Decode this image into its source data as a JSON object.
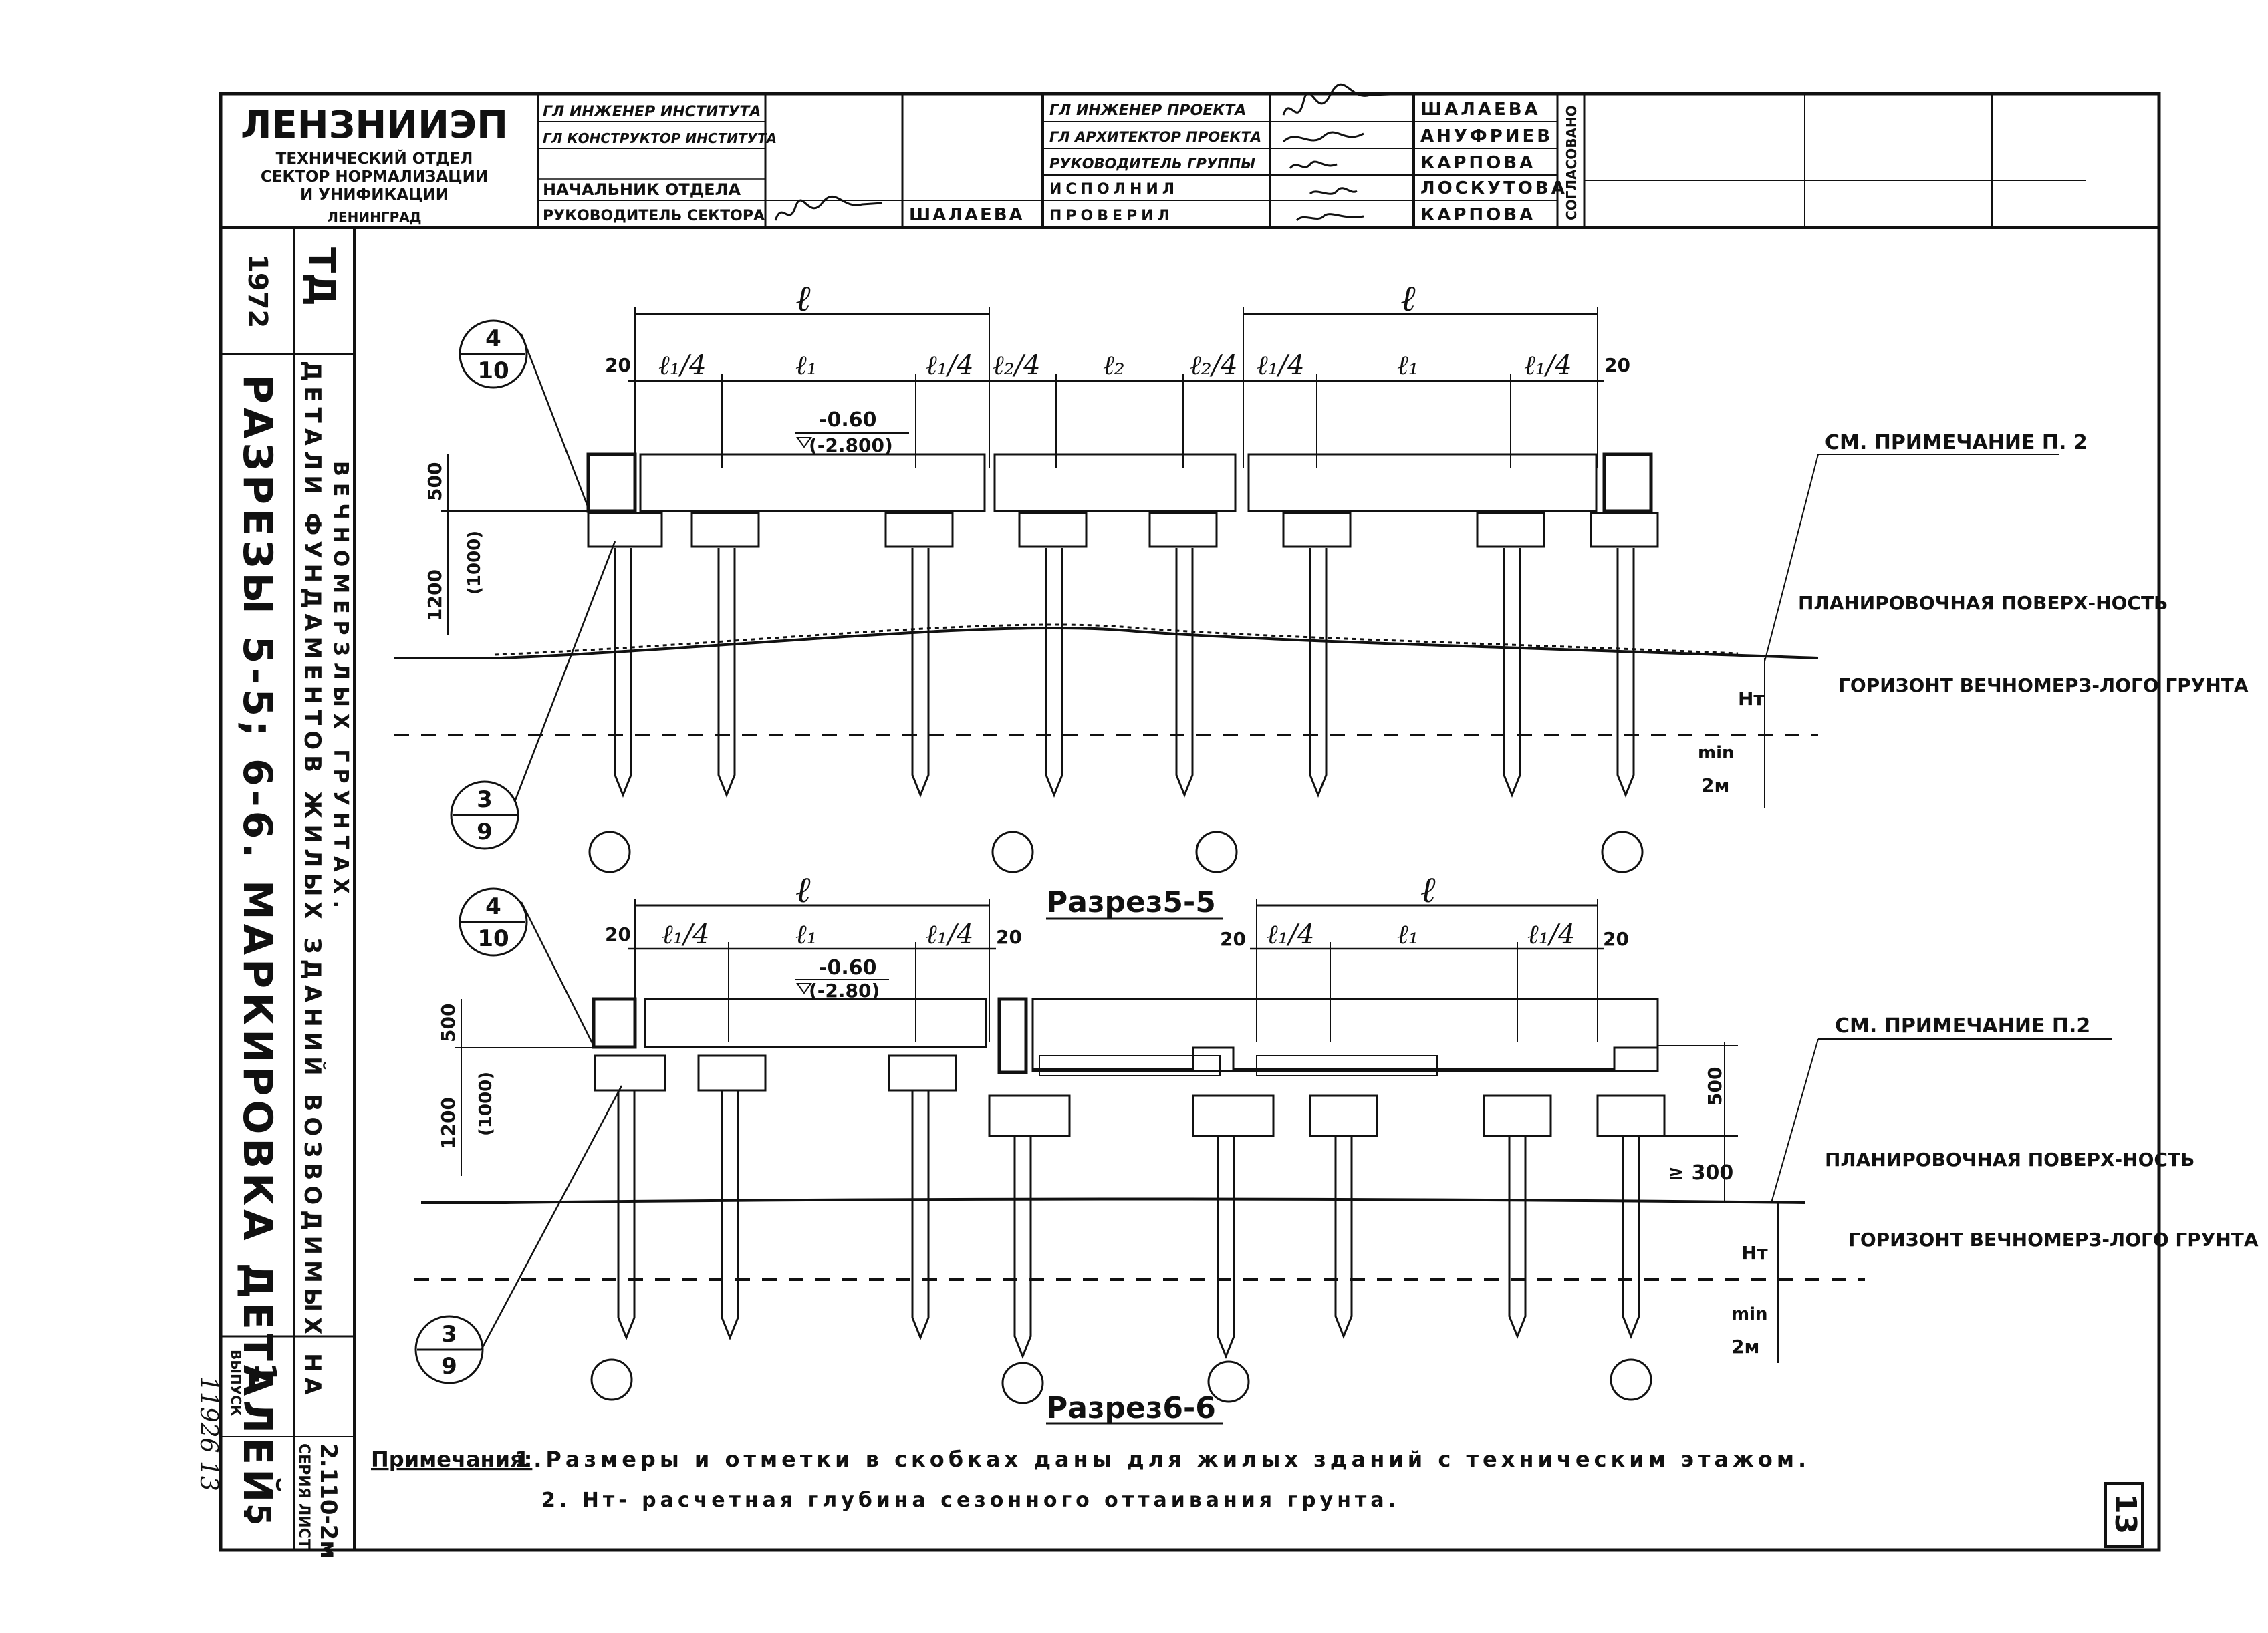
{
  "org": {
    "name": "ЛЕНЗНИИЭП",
    "dept_lines": [
      "ТЕХНИЧЕСКИЙ ОТДЕЛ",
      "СЕКТОР НОРМАЛИЗАЦИИ",
      "И УНИФИКАЦИИ",
      "ЛЕНИНГРАД"
    ]
  },
  "title_block": {
    "left_roles": [
      "ГЛ ИНЖЕНЕР ИНСТИТУТА",
      "ГЛ КОНСТРУКТОР ИНСТИТУТА",
      "НАЧАЛЬНИК ОТДЕЛА",
      "РУКОВОДИТЕЛЬ СЕКТОРА"
    ],
    "left_names": [
      "",
      "",
      "",
      "ШАЛАЕВА"
    ],
    "right_roles": [
      "ГЛ ИНЖЕНЕР ПРОЕКТА",
      "ГЛ АРХИТЕКТОР ПРОЕКТА",
      "РУКОВОДИТЕЛЬ ГРУППЫ",
      "ИСПОЛНИЛ",
      "ПРОВЕРИЛ"
    ],
    "right_names": [
      "ШАЛАЕВА",
      "АНУФРИЕВ",
      "КАРПОВА",
      "ЛОСКУТОВА",
      "КАРПОВА"
    ],
    "approved_label": "СОГЛАСОВАНО"
  },
  "side_panel": {
    "year": "1972",
    "code": "ТД",
    "subject_lines": [
      "ДЕТАЛИ ФУНДАМЕНТОВ ЖИЛЫХ ЗДАНИЙ ВОЗВОДИМЫХ НА",
      "ВЕЧНОМЕРЗЛЫХ ГРУНТАХ."
    ],
    "drawing_title": "РАЗРЕЗЫ 5-5; 6-6. МАРКИРОВКА ДЕТАЛЕЙ.",
    "series_label": "СЕРИЯ",
    "series": "2.110-2м",
    "issue_label": "ВЫПУСК",
    "issue": "1",
    "sheet_label": "ЛИСТ",
    "sheet": "5",
    "stamp": "11926 13"
  },
  "section_5": {
    "title": "Разрез5-5",
    "span_label": "ℓ",
    "dims": [
      "20",
      "ℓ₁/4",
      "ℓ₁",
      "ℓ₁/4",
      "ℓ₂/4",
      "ℓ₂",
      "ℓ₂/4",
      "ℓ₁/4",
      "ℓ₁",
      "ℓ₁/4",
      "20"
    ],
    "elev": "-0.60",
    "elev_bracket": "(-2.800)",
    "h_top": "500",
    "h_bottom": "1200",
    "h_bottom_bracket": "(1000)",
    "callout_top": {
      "num": "4",
      "den": "10"
    },
    "callout_bottom": {
      "num": "3",
      "den": "9"
    },
    "note_ref": "СМ. ПРИМЕЧАНИЕ П. 2",
    "surface_label": "ПЛАНИРОВОЧНАЯ ПОВЕРХ-НОСТЬ",
    "permafrost_label": "ГОРИЗОНТ ВЕЧНОМЕРЗ-ЛОГО ГРУНТА",
    "ht": "Нт",
    "min": "min",
    "min_val": "2м"
  },
  "section_6": {
    "title": "Разрез6-6",
    "span_label": "ℓ",
    "dims": [
      "20",
      "ℓ₁/4",
      "ℓ₁",
      "ℓ₁/4",
      "20",
      "20",
      "ℓ₁/4",
      "ℓ₁",
      "ℓ₁/4",
      "20"
    ],
    "elev": "-0.60",
    "elev_bracket": "(-2.80)",
    "h_top": "500",
    "h_bottom": "1200",
    "h_bottom_bracket": "(1000)",
    "h_right": "500",
    "clearance": "≥ 300",
    "callout_top": {
      "num": "4",
      "den": "10"
    },
    "callout_bottom": {
      "num": "3",
      "den": "9"
    },
    "note_ref": "СМ. ПРИМЕЧАНИЕ П.2",
    "surface_label": "ПЛАНИРОВОЧНАЯ ПОВЕРХ-НОСТЬ",
    "permafrost_label": "ГОРИЗОНТ ВЕЧНОМЕРЗ-ЛОГО ГРУНТА",
    "ht": "Нт",
    "min": "min",
    "min_val": "2м"
  },
  "notes": {
    "heading": "Примечания:",
    "items": [
      "1.Размеры и отметки в скобках даны для жилых зданий с техническим этажом.",
      "2. Нт- расчетная глубина сезонного оттаивания грунта."
    ]
  },
  "page_number": "13"
}
